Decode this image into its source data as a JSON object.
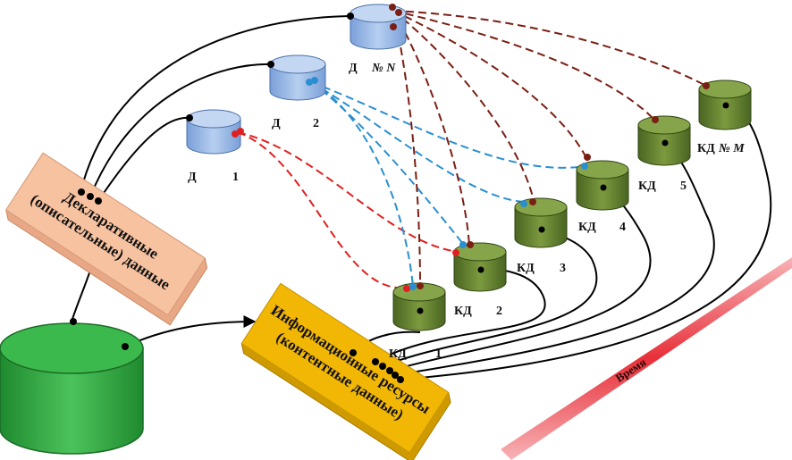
{
  "colors": {
    "declarative_cyl": "#9ab9e6",
    "content_cyl": "#5f7d2e",
    "main_db": "#2fa33f",
    "declarative_box": "#f7c2a0",
    "info_box": "#f2b705",
    "line_red": "#e02020",
    "line_blue": "#2a8fd0",
    "line_brown": "#7a1f14",
    "time_band": "#e8303a"
  },
  "declarative_data": [
    {
      "letter": "Д",
      "num": "1"
    },
    {
      "letter": "Д",
      "num": "2"
    },
    {
      "letter": "Д",
      "num": "№ N"
    }
  ],
  "content_data": [
    {
      "letter": "КД",
      "num": "1"
    },
    {
      "letter": "КД",
      "num": "2"
    },
    {
      "letter": "КД",
      "num": "3"
    },
    {
      "letter": "КД",
      "num": "4"
    },
    {
      "letter": "КД",
      "num": "5"
    },
    {
      "letter": "КД",
      "num": "№ M"
    }
  ],
  "boxes": {
    "declarative": {
      "line1": "Декларативные",
      "line2": "(описательные) данные"
    },
    "info": {
      "line1": "Информационные ресурсы",
      "line2": "(контентные данные)"
    }
  },
  "time_label": "Время"
}
